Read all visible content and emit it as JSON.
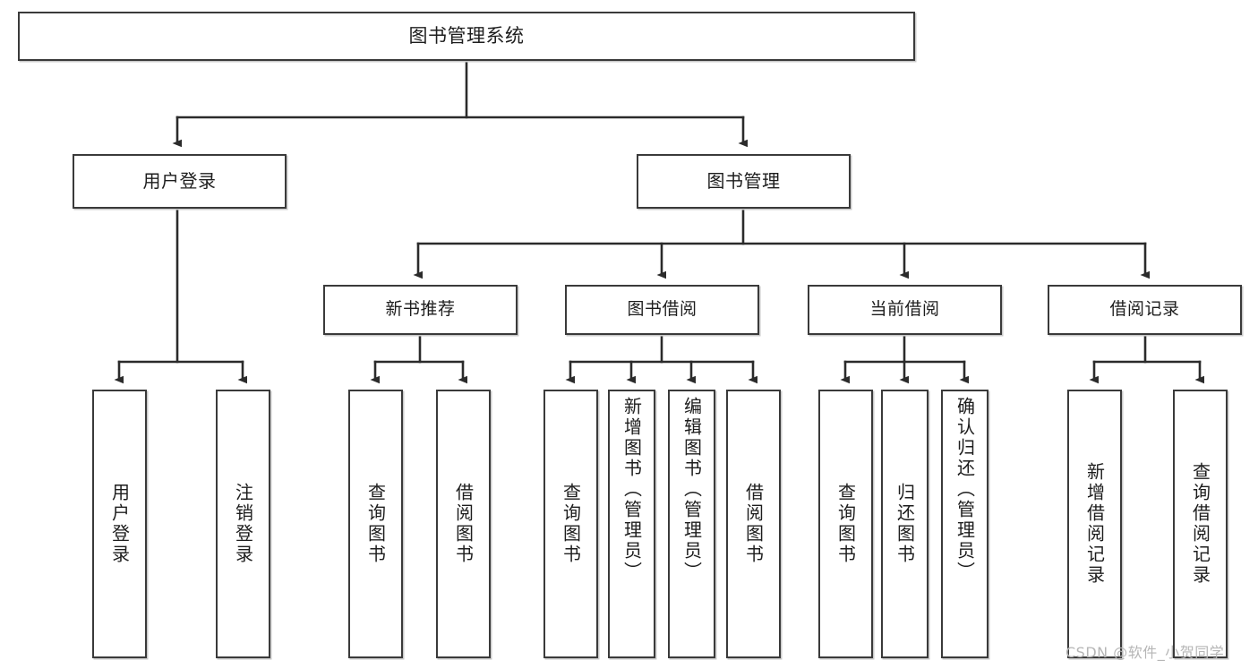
{
  "diagram": {
    "title": "图书管理系统",
    "type": "hierarchy-tree",
    "watermark": "CSDN @软件_小贺同学",
    "colors": {
      "box_border": "#3a3a3a",
      "box_fill": "#ffffff",
      "edge": "#2b2b2b",
      "text": "#1d1d1d",
      "watermark": "#b6b6b6",
      "background": "#ffffff"
    },
    "root": {
      "label": "图书管理系统"
    },
    "level1": [
      {
        "label": "用户登录"
      },
      {
        "label": "图书管理"
      }
    ],
    "level2": [
      {
        "label": "新书推荐"
      },
      {
        "label": "图书借阅"
      },
      {
        "label": "当前借阅"
      },
      {
        "label": "借阅记录"
      }
    ],
    "leaves": {
      "user_login": [
        {
          "label": "用户登录"
        },
        {
          "label": "注销登录"
        }
      ],
      "new_book_recommend": [
        {
          "label": "查询图书"
        },
        {
          "label": "借阅图书"
        }
      ],
      "book_borrow": [
        {
          "label": "查询图书"
        },
        {
          "label": "新增图书（管理员）"
        },
        {
          "label": "编辑图书（管理员）"
        },
        {
          "label": "借阅图书"
        }
      ],
      "current_borrow": [
        {
          "label": "查询图书"
        },
        {
          "label": "归还图书"
        },
        {
          "label": "确认归还（管理员）"
        }
      ],
      "borrow_records": [
        {
          "label": "新增借阅记录"
        },
        {
          "label": "查询借阅记录"
        }
      ]
    }
  }
}
